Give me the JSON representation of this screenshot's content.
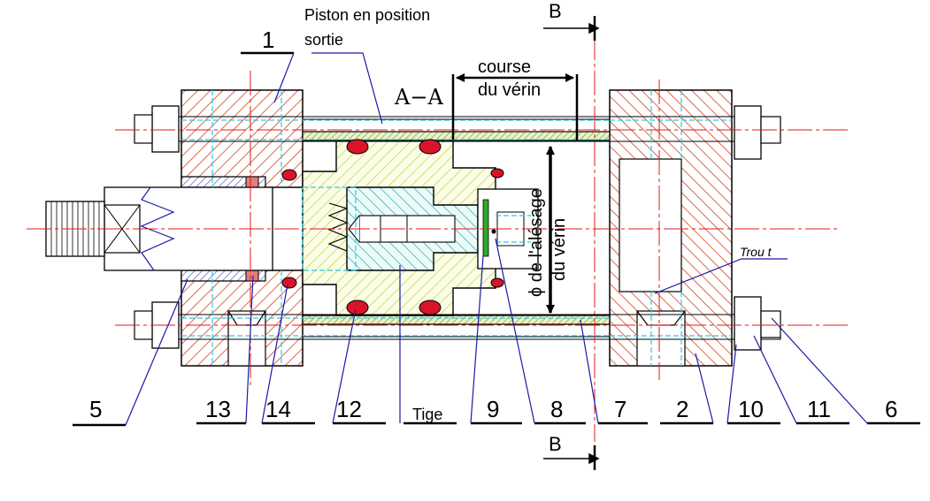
{
  "labels": {
    "piston_title_line1": "Piston en position",
    "piston_title_line2": "sortie",
    "section_mark": "B",
    "section_mark_bottom": "B",
    "section_view": "A−A",
    "stroke_line1": "course",
    "stroke_line2": "du vérin",
    "bore_line1": "ϕ de l'alésage",
    "bore_line2": "du vérin",
    "trou": "Trou  t",
    "tige": "Tige"
  },
  "part_numbers": {
    "p1": "1",
    "p5": "5",
    "p13": "13",
    "p14": "14",
    "p12": "12",
    "p9": "9",
    "p8": "8",
    "p7": "7",
    "p2": "2",
    "p10": "10",
    "p11": "11",
    "p6": "6"
  },
  "colors": {
    "flange_hatch": "#d2441c",
    "piston_hatch": "#bcd33a",
    "rod_hatch": "#2fa8a0",
    "hidden_line": "#2ec9e0",
    "axis_line": "#e01818",
    "seal_fill": "#d9142a",
    "leader_line": "#1a1aa8",
    "tube_fill": "#8fb04a"
  }
}
